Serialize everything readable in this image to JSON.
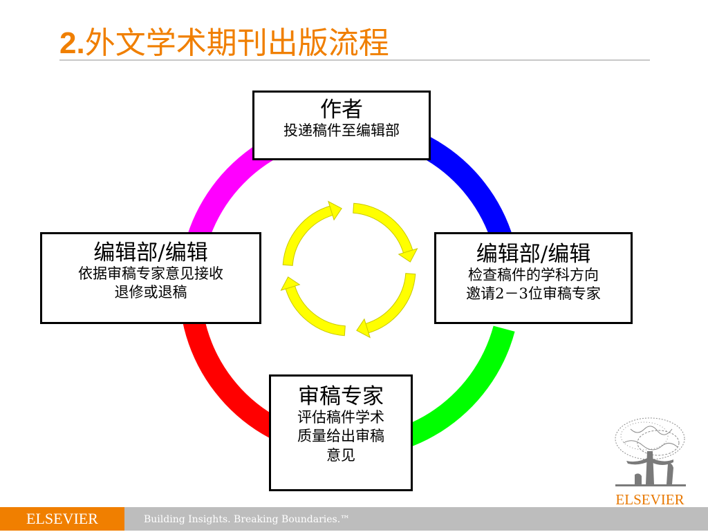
{
  "slide": {
    "title_number": "2.",
    "title_text": "外文学术期刊出版流程"
  },
  "diagram": {
    "nodes": [
      {
        "id": "author",
        "heading": "作者",
        "lines": [
          "投递稿件至编辑部"
        ]
      },
      {
        "id": "editor-right",
        "heading": "编辑部/编辑",
        "lines": [
          "检查稿件的学科方向",
          "邀请2－3位审稿专家"
        ]
      },
      {
        "id": "reviewer",
        "heading": "审稿专家",
        "lines": [
          "评估稿件学术",
          "质量给出审稿",
          "意见"
        ]
      },
      {
        "id": "editor-left",
        "heading": "编辑部/编辑",
        "lines": [
          "依据审稿专家意见接收",
          "退修或退稿"
        ]
      }
    ],
    "outer_ring_colors": [
      "#0000ff",
      "#00ff00",
      "#ff0000",
      "#ff00ff"
    ],
    "inner_arrow_color": "#ffff00",
    "inner_arrow_outline": "#c8c800"
  },
  "branding": {
    "logo_text": "ELSEVIER",
    "footer_brand": "ELSEVIER",
    "tagline": "Building Insights. Breaking Boundaries.™",
    "orange": "#f07f00",
    "logo_icon": "tree-logo-icon"
  }
}
